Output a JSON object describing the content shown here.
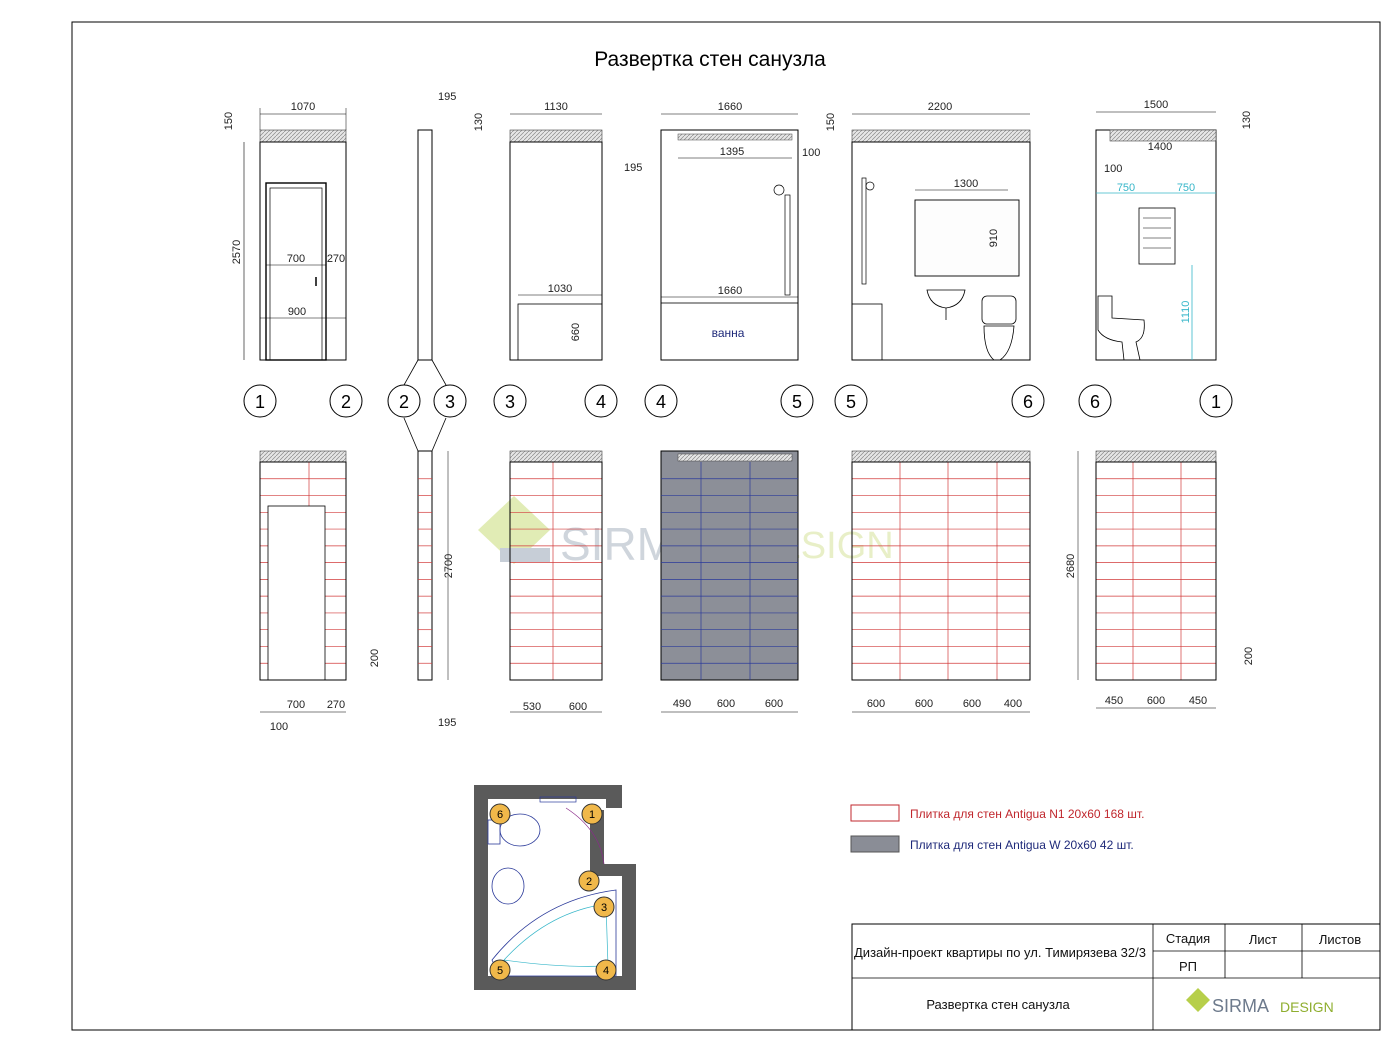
{
  "title": "Развертка стен санузла",
  "walls": [
    {
      "id": "1-2",
      "width_mm": 1070,
      "height_mm": 2570,
      "top_mm": 150,
      "top_dims": [
        "1070",
        "150",
        "2570"
      ],
      "elev_dims": [
        "700",
        "270",
        "900"
      ],
      "bottom_dims": [
        "700",
        "270",
        "100",
        "200"
      ],
      "axes": [
        "1",
        "2"
      ]
    },
    {
      "id": "2-3",
      "width_mm": 195,
      "top_dims": [
        "195"
      ],
      "bottom_dims": [
        "2700",
        "195"
      ],
      "axes": [
        "2",
        "3"
      ]
    },
    {
      "id": "3-4",
      "width_mm": 1130,
      "top_dims": [
        "1130",
        "130"
      ],
      "elev_dims": [
        "1030",
        "660"
      ],
      "bottom_dims": [
        "530",
        "600"
      ],
      "axes": [
        "3",
        "4"
      ]
    },
    {
      "id": "4-5",
      "width_mm": 1660,
      "top_dims": [
        "1660",
        "195",
        "1395",
        "100"
      ],
      "elev_dims": [
        "1660"
      ],
      "bath_label": "ванна",
      "bottom_dims": [
        "490",
        "600",
        "600"
      ],
      "axes": [
        "4",
        "5"
      ]
    },
    {
      "id": "5-6",
      "width_mm": 2200,
      "top_dims": [
        "2200",
        "150"
      ],
      "elev_dims": [
        "1300",
        "910"
      ],
      "bottom_dims": [
        "600",
        "600",
        "600",
        "400"
      ],
      "axes": [
        "5",
        "6"
      ]
    },
    {
      "id": "6-1",
      "width_mm": 1500,
      "top_dims": [
        "1500",
        "130",
        "1400",
        "100"
      ],
      "elev_dims": [
        "750",
        "750",
        "1110"
      ],
      "bottom_dims": [
        "450",
        "600",
        "450",
        "2680",
        "200"
      ],
      "axes": [
        "6",
        "1"
      ]
    }
  ],
  "watermark": {
    "primary": "SIRMA",
    "secondary": "DESIGN"
  },
  "legend": [
    {
      "label": "Плитка для стен Antigua N1 20x60 168 шт.",
      "color": "#c0272d",
      "fill": "#ffffff"
    },
    {
      "label": "Плитка для стен Antigua W 20x60 42 шт.",
      "color": "#1f2a7a",
      "fill": "#8a8d96"
    }
  ],
  "plan_markers": [
    "6",
    "1",
    "2",
    "3",
    "5",
    "4"
  ],
  "stamp": {
    "project": "Дизайн-проект квартиры по ул. Тимирязева 32/3",
    "sheet_title": "Развертка стен санузла",
    "stage_label": "Стадия",
    "stage_value": "РП",
    "sheet_label": "Лист",
    "sheets_label": "Листов",
    "logo_primary": "SIRMA",
    "logo_secondary": "DESIGN"
  },
  "colors": {
    "red_tile": "#d23a3a",
    "blue_tile": "#2b3a9a",
    "gray_fill": "#8c8f98",
    "green": "#c8d98a",
    "teal": "#36b6c9"
  }
}
